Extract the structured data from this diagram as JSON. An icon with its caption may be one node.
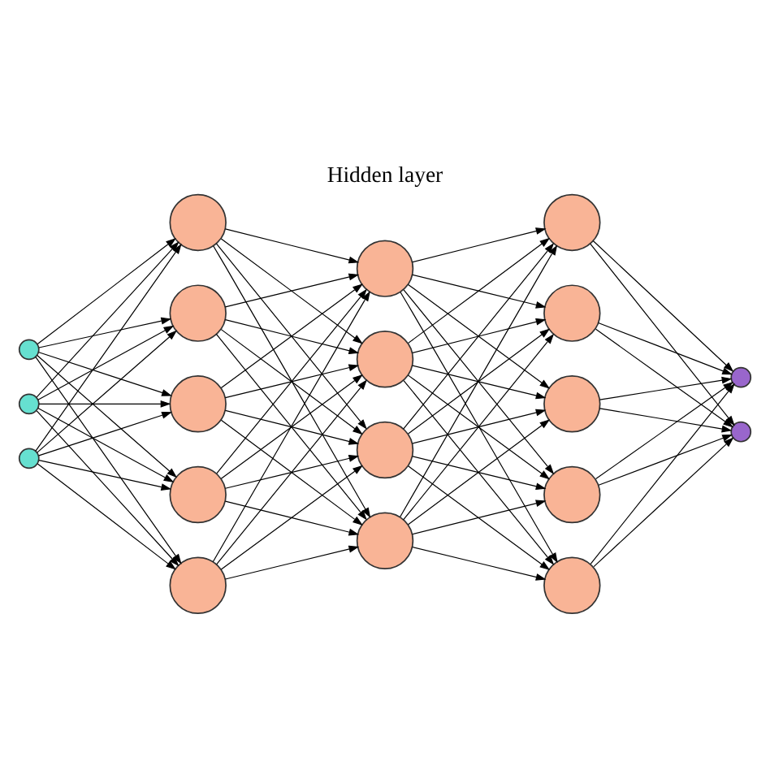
{
  "diagram": {
    "title": "Hidden layer",
    "nodes": [
      {
        "text": [],
        "shape": "circle"
      },
      {
        "text": [],
        "shape": "circle"
      },
      {
        "text": [],
        "shape": "circle"
      },
      {
        "text": [],
        "shape": "circle"
      },
      {
        "text": [],
        "shape": "circle"
      },
      {
        "text": [],
        "shape": "circle"
      },
      {
        "text": [],
        "shape": "circle"
      },
      {
        "text": [],
        "shape": "circle"
      },
      {
        "text": [],
        "shape": "circle"
      },
      {
        "text": [],
        "shape": "circle"
      },
      {
        "text": [],
        "shape": "circle"
      },
      {
        "text": [],
        "shape": "circle"
      },
      {
        "text": [],
        "shape": "circle"
      },
      {
        "text": [],
        "shape": "circle"
      },
      {
        "text": [],
        "shape": "circle"
      },
      {
        "text": [],
        "shape": "circle"
      },
      {
        "text": [],
        "shape": "circle"
      },
      {
        "text": [],
        "shape": "circle"
      },
      {
        "text": [],
        "shape": "circle"
      }
    ],
    "edges": [
      {
        "from": 0,
        "to": 3,
        "arrow": "to"
      },
      {
        "from": 0,
        "to": 4,
        "arrow": "to"
      },
      {
        "from": 0,
        "to": 5,
        "arrow": "to"
      },
      {
        "from": 0,
        "to": 6,
        "arrow": "to"
      },
      {
        "from": 0,
        "to": 7,
        "arrow": "to"
      },
      {
        "from": 1,
        "to": 3,
        "arrow": "to"
      },
      {
        "from": 1,
        "to": 4,
        "arrow": "to"
      },
      {
        "from": 1,
        "to": 5,
        "arrow": "to"
      },
      {
        "from": 1,
        "to": 6,
        "arrow": "to"
      },
      {
        "from": 1,
        "to": 7,
        "arrow": "to"
      },
      {
        "from": 2,
        "to": 3,
        "arrow": "to"
      },
      {
        "from": 2,
        "to": 4,
        "arrow": "to"
      },
      {
        "from": 2,
        "to": 5,
        "arrow": "to"
      },
      {
        "from": 2,
        "to": 6,
        "arrow": "to"
      },
      {
        "from": 2,
        "to": 7,
        "arrow": "to"
      },
      {
        "from": 3,
        "to": 8,
        "arrow": "to"
      },
      {
        "from": 3,
        "to": 9,
        "arrow": "to"
      },
      {
        "from": 3,
        "to": 10,
        "arrow": "to"
      },
      {
        "from": 3,
        "to": 11,
        "arrow": "to"
      },
      {
        "from": 4,
        "to": 8,
        "arrow": "to"
      },
      {
        "from": 4,
        "to": 9,
        "arrow": "to"
      },
      {
        "from": 4,
        "to": 10,
        "arrow": "to"
      },
      {
        "from": 4,
        "to": 11,
        "arrow": "to"
      },
      {
        "from": 5,
        "to": 8,
        "arrow": "to"
      },
      {
        "from": 5,
        "to": 9,
        "arrow": "to"
      },
      {
        "from": 5,
        "to": 10,
        "arrow": "to"
      },
      {
        "from": 5,
        "to": 11,
        "arrow": "to"
      },
      {
        "from": 6,
        "to": 8,
        "arrow": "to"
      },
      {
        "from": 6,
        "to": 9,
        "arrow": "to"
      },
      {
        "from": 6,
        "to": 10,
        "arrow": "to"
      },
      {
        "from": 6,
        "to": 11,
        "arrow": "to"
      },
      {
        "from": 7,
        "to": 8,
        "arrow": "to"
      },
      {
        "from": 7,
        "to": 9,
        "arrow": "to"
      },
      {
        "from": 7,
        "to": 10,
        "arrow": "to"
      },
      {
        "from": 7,
        "to": 11,
        "arrow": "to"
      },
      {
        "from": 8,
        "to": 12,
        "arrow": "to"
      },
      {
        "from": 8,
        "to": 13,
        "arrow": "to"
      },
      {
        "from": 8,
        "to": 14,
        "arrow": "to"
      },
      {
        "from": 8,
        "to": 15,
        "arrow": "to"
      },
      {
        "from": 8,
        "to": 16,
        "arrow": "to"
      },
      {
        "from": 9,
        "to": 12,
        "arrow": "to"
      },
      {
        "from": 9,
        "to": 13,
        "arrow": "to"
      },
      {
        "from": 9,
        "to": 14,
        "arrow": "to"
      },
      {
        "from": 9,
        "to": 15,
        "arrow": "to"
      },
      {
        "from": 9,
        "to": 16,
        "arrow": "to"
      },
      {
        "from": 10,
        "to": 12,
        "arrow": "to"
      },
      {
        "from": 10,
        "to": 13,
        "arrow": "to"
      },
      {
        "from": 10,
        "to": 14,
        "arrow": "to"
      },
      {
        "from": 10,
        "to": 15,
        "arrow": "to"
      },
      {
        "from": 10,
        "to": 16,
        "arrow": "to"
      },
      {
        "from": 11,
        "to": 12,
        "arrow": "to"
      },
      {
        "from": 11,
        "to": 13,
        "arrow": "to"
      },
      {
        "from": 11,
        "to": 14,
        "arrow": "to"
      },
      {
        "from": 11,
        "to": 15,
        "arrow": "to"
      },
      {
        "from": 11,
        "to": 16,
        "arrow": "to"
      },
      {
        "from": 12,
        "to": 17,
        "arrow": "to"
      },
      {
        "from": 12,
        "to": 18,
        "arrow": "to"
      },
      {
        "from": 13,
        "to": 17,
        "arrow": "to"
      },
      {
        "from": 13,
        "to": 18,
        "arrow": "to"
      },
      {
        "from": 14,
        "to": 17,
        "arrow": "to"
      },
      {
        "from": 14,
        "to": 18,
        "arrow": "to"
      },
      {
        "from": 15,
        "to": 17,
        "arrow": "to"
      },
      {
        "from": 15,
        "to": 18,
        "arrow": "to"
      },
      {
        "from": 16,
        "to": 17,
        "arrow": "to"
      },
      {
        "from": 16,
        "to": 18,
        "arrow": "to"
      }
    ]
  }
}
